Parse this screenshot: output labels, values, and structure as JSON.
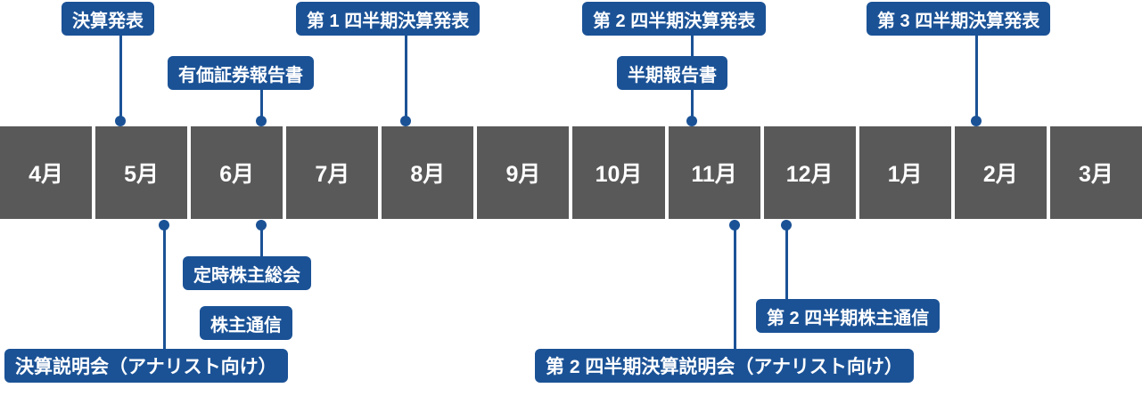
{
  "months": [
    {
      "label": "4月"
    },
    {
      "label": "5月"
    },
    {
      "label": "6月"
    },
    {
      "label": "7月"
    },
    {
      "label": "8月"
    },
    {
      "label": "9月"
    },
    {
      "label": "10月"
    },
    {
      "label": "11月"
    },
    {
      "label": "12月"
    },
    {
      "label": "1月"
    },
    {
      "label": "2月"
    },
    {
      "label": "3月"
    }
  ],
  "colors": {
    "accent": "#1b5296",
    "month_cell": "#595959",
    "text_on_dark": "#ffffff",
    "background": "#ffffff"
  },
  "labels_above": [
    {
      "id": "kessan-happyo",
      "text": "決算発表"
    },
    {
      "id": "q1-kessan-happyo",
      "text": "第 1 四半期決算発表"
    },
    {
      "id": "q2-kessan-happyo",
      "text": "第 2 四半期決算発表"
    },
    {
      "id": "q3-kessan-happyo",
      "text": "第 3 四半期決算発表"
    },
    {
      "id": "yuka-shoken-hokokusho",
      "text": "有価証券報告書"
    },
    {
      "id": "hanki-hokokusho",
      "text": "半期報告書"
    }
  ],
  "labels_below": [
    {
      "id": "teiji-kabunushi-sokai",
      "text": "定時株主総会"
    },
    {
      "id": "kabunushi-tsushin",
      "text": "株主通信"
    },
    {
      "id": "q2-kabunushi-tsushin",
      "text": "第 2 四半期株主通信"
    },
    {
      "id": "kessan-setsumeikai",
      "text": "決算説明会（アナリスト向け）"
    },
    {
      "id": "q2-kessan-setsumeikai",
      "text": "第 2 四半期決算説明会（アナリスト向け）"
    }
  ]
}
